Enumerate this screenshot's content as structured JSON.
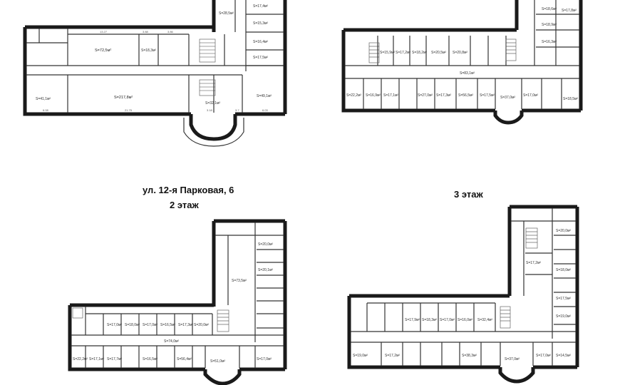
{
  "header": {
    "address": "ул. 12-я Парковая, 6",
    "floor2": "2 этаж",
    "floor3": "3 этаж"
  },
  "plan1": {
    "rooms": [
      "S=17,4м²",
      "S=28,5м²",
      "S=15,3м²",
      "S=72,5м²",
      "S=18,3м²",
      "S=16,4м²",
      "S=17,5м²",
      "S=41,1м²",
      "S=217,8м²",
      "S=32,1м²",
      "S=49,1м²"
    ],
    "dims": [
      "13.27",
      "3.88",
      "3.86",
      "6.08",
      "21.75",
      "3.18",
      "3.7",
      "6.03"
    ]
  },
  "plan2": {
    "rooms": [
      "S=18,6м²",
      "S=17,8м²",
      "S=18,9м²",
      "S=15,9м²",
      "S=17,2м²",
      "S=18,2м²",
      "S=20,5м²",
      "S=20,8м²",
      "S=16,3м²",
      "S=83,1м²",
      "S=22,2м²",
      "S=16,9м²",
      "S=17,1м²",
      "S=27,0м²",
      "S=17,3м²",
      "S=56,5м²",
      "S=17,5м²",
      "S=37,0м²",
      "S=17,0м²",
      "S=18,5м²"
    ]
  },
  "plan3": {
    "rooms": [
      "S=20,0м²",
      "S=20,1м²",
      "S=73,5м²",
      "S=17,0м²",
      "S=18,0м²",
      "S=17,0м²",
      "S=16,5м²",
      "S=17,3м²",
      "S=20,0м²",
      "S=74,0м²",
      "S=22,2м²",
      "S=17,1м²",
      "S=17,7м²",
      "S=16,5м²",
      "S=56,4м²",
      "S=51,0м²",
      "S=17,0м²"
    ]
  },
  "plan4": {
    "rooms": [
      "S=20,0м²",
      "S=17,2м²",
      "S=18,0м²",
      "S=17,9м²",
      "S=18,3м²",
      "S=17,0м²",
      "S=16,0м²",
      "S=17,5м²",
      "S=19,0м²",
      "S=32,4м²",
      "S=19,0м²",
      "S=17,2м²",
      "S=38,3м²",
      "S=37,0м²",
      "S=17,0м²",
      "S=14,5м²"
    ]
  }
}
